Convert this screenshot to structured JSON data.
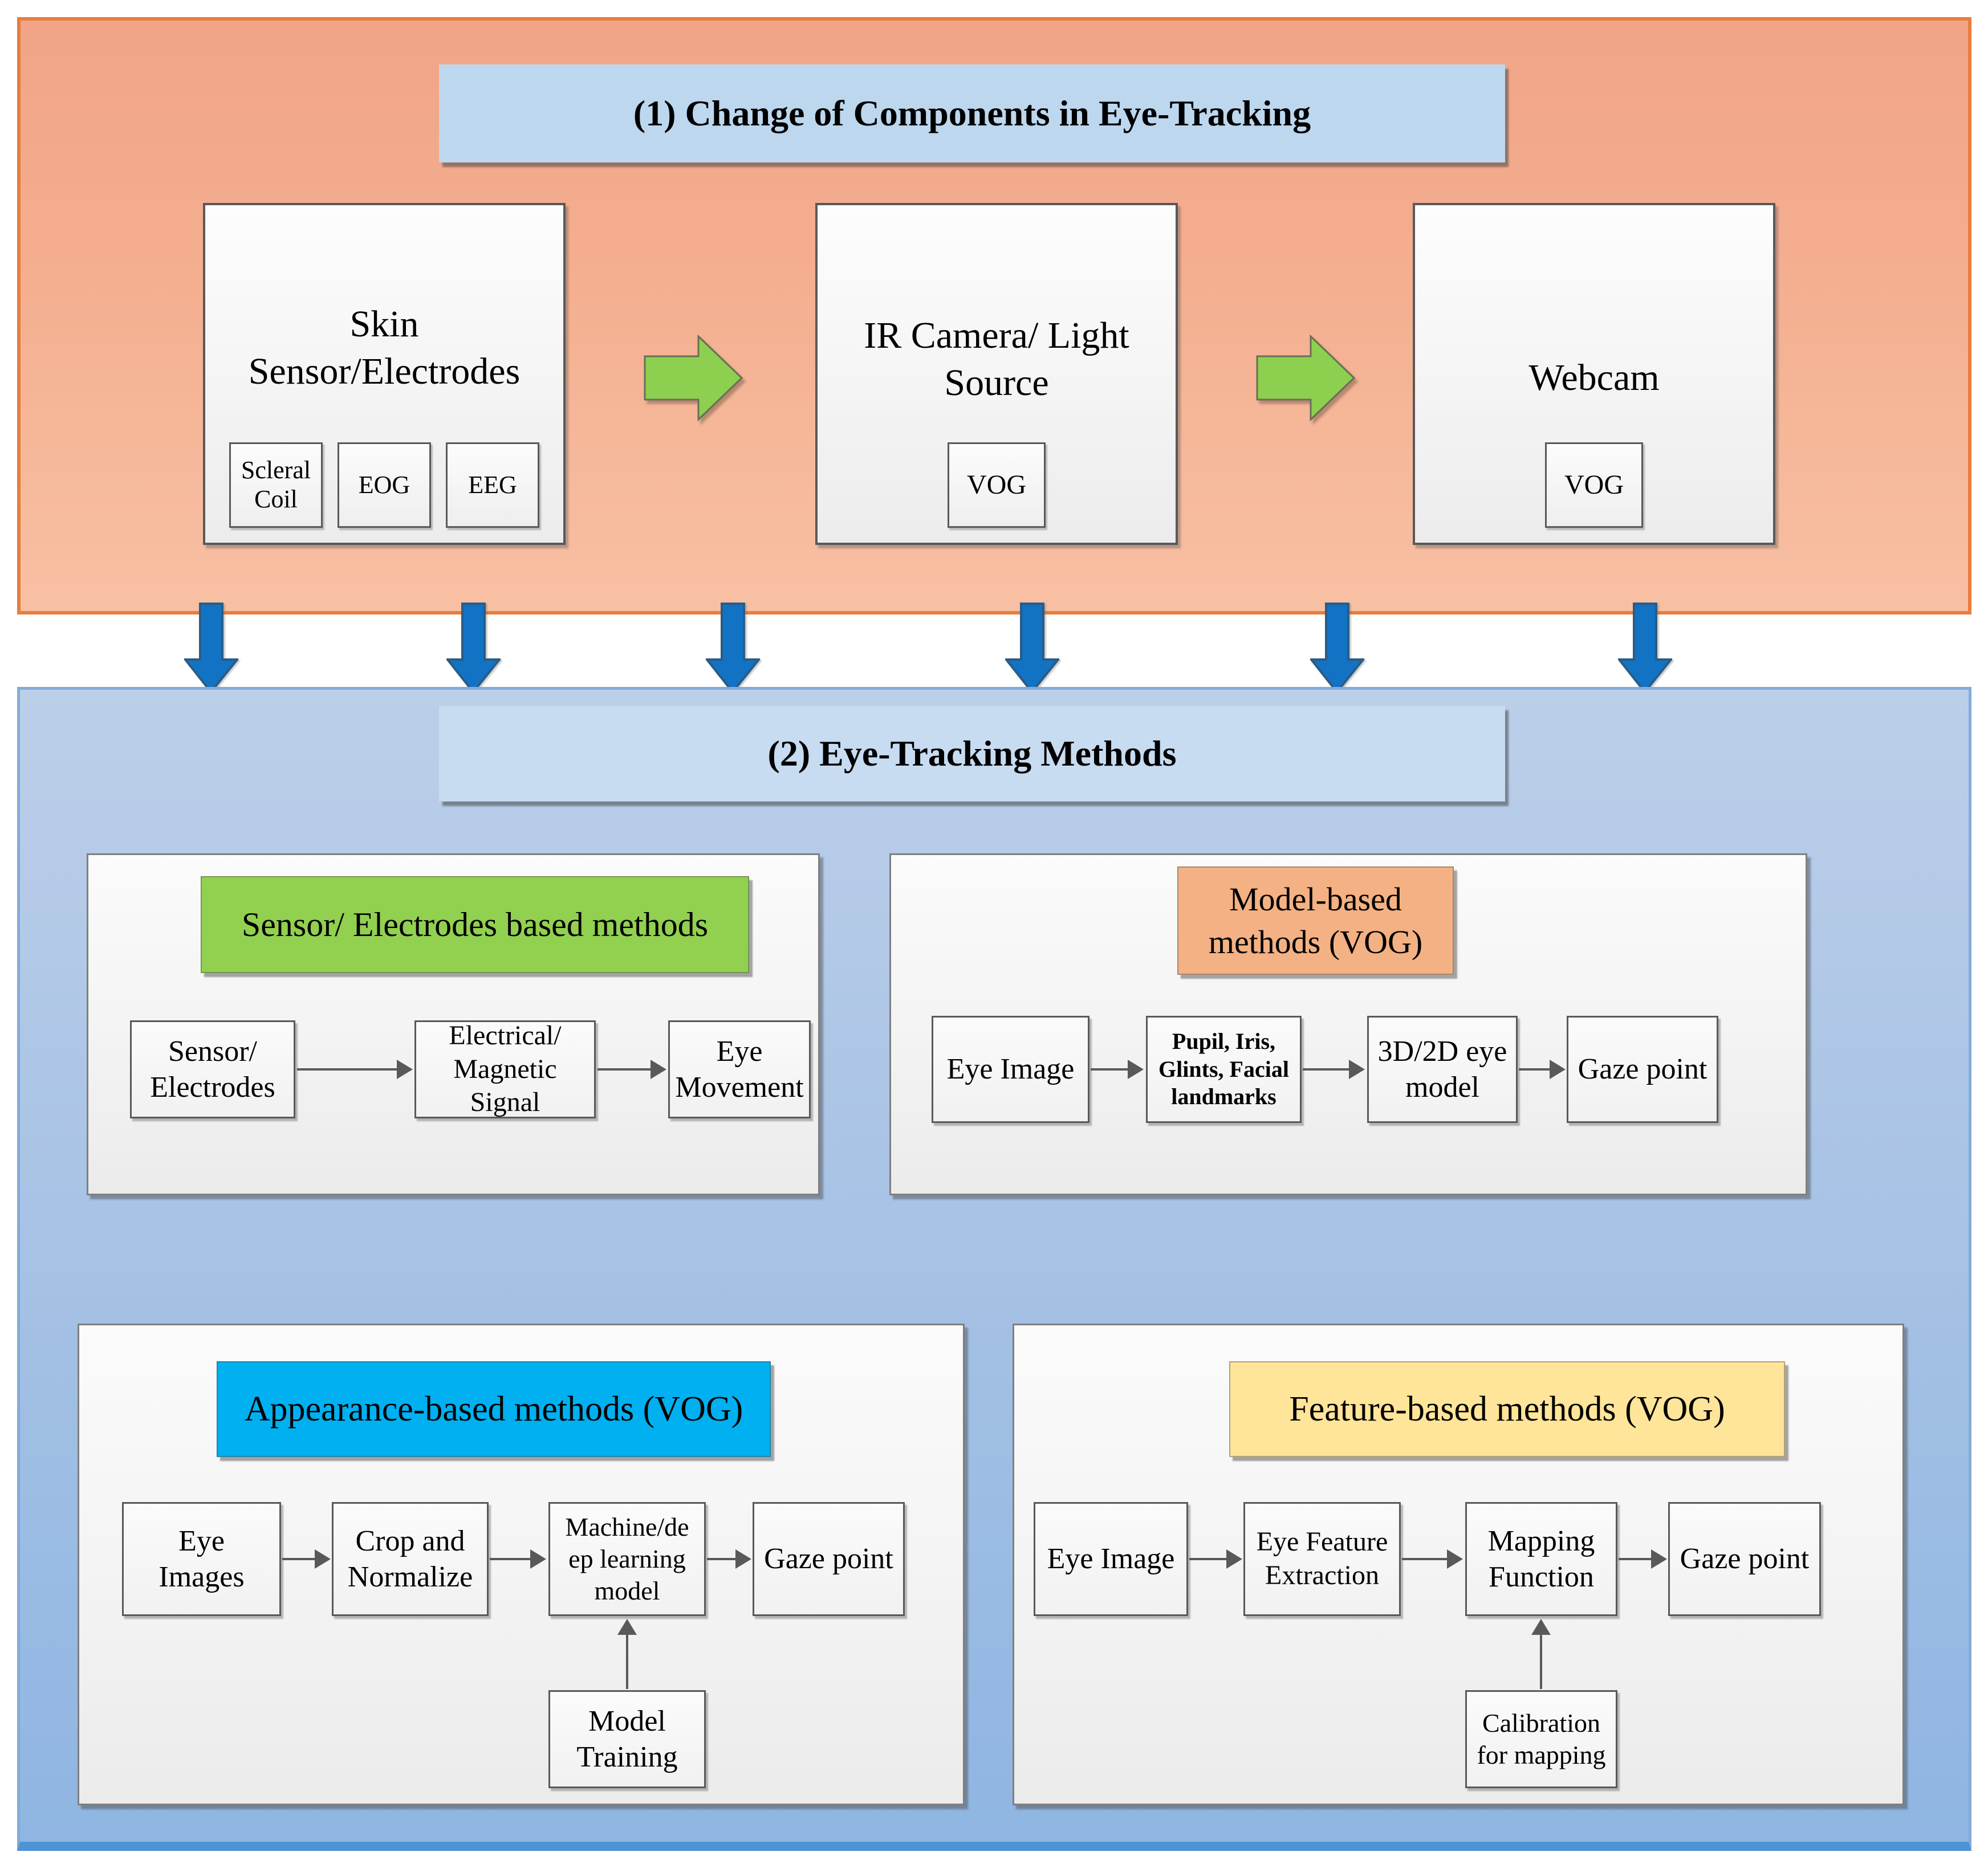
{
  "section1": {
    "title": "(1) Change of Components in Eye-Tracking",
    "components": [
      {
        "label": "Skin\nSensor/Electrodes",
        "tags": [
          "Scleral\nCoil",
          "EOG",
          "EEG"
        ]
      },
      {
        "label": "IR Camera/ Light\nSource",
        "tags": [
          "VOG"
        ]
      },
      {
        "label": "Webcam",
        "tags": [
          "VOG"
        ]
      }
    ]
  },
  "section2": {
    "title": "(2) Eye-Tracking Methods",
    "panels": [
      {
        "header": "Sensor/ Electrodes based methods",
        "header_color": "#92D050",
        "steps": [
          "Sensor/\nElectrodes",
          "Electrical/\nMagnetic\nSignal",
          "Eye\nMovement"
        ]
      },
      {
        "header": "Model-based\nmethods (VOG)",
        "header_color": "#F4B183",
        "steps": [
          "Eye Image",
          "Pupil, Iris,\nGlints, Facial\nlandmarks",
          "3D/2D eye\nmodel",
          "Gaze point"
        ]
      },
      {
        "header": "Appearance-based methods (VOG)",
        "header_color": "#00B0F0",
        "steps": [
          "Eye\nImages",
          "Crop and\nNormalize",
          "Machine/de\nep learning\nmodel",
          "Gaze point"
        ],
        "support": "Model\nTraining"
      },
      {
        "header": "Feature-based methods (VOG)",
        "header_color": "#FFE599",
        "steps": [
          "Eye Image",
          "Eye Feature\nExtraction",
          "Mapping\nFunction",
          "Gaze point"
        ],
        "support": "Calibration\nfor  mapping"
      }
    ]
  },
  "colors": {
    "section1_bg": "#F4AF90",
    "section1_border": "#E87D3C",
    "section2_bg": "#A8C3E5",
    "section2_bottom_border": "#4E94D4",
    "title_bar_1_bg": "#BDD7EE",
    "title_bar_2_bg": "#C7DBF1",
    "green_arrow": "#8DD04F",
    "blue_arrow": "#1272C4",
    "box_border": "#595959"
  }
}
